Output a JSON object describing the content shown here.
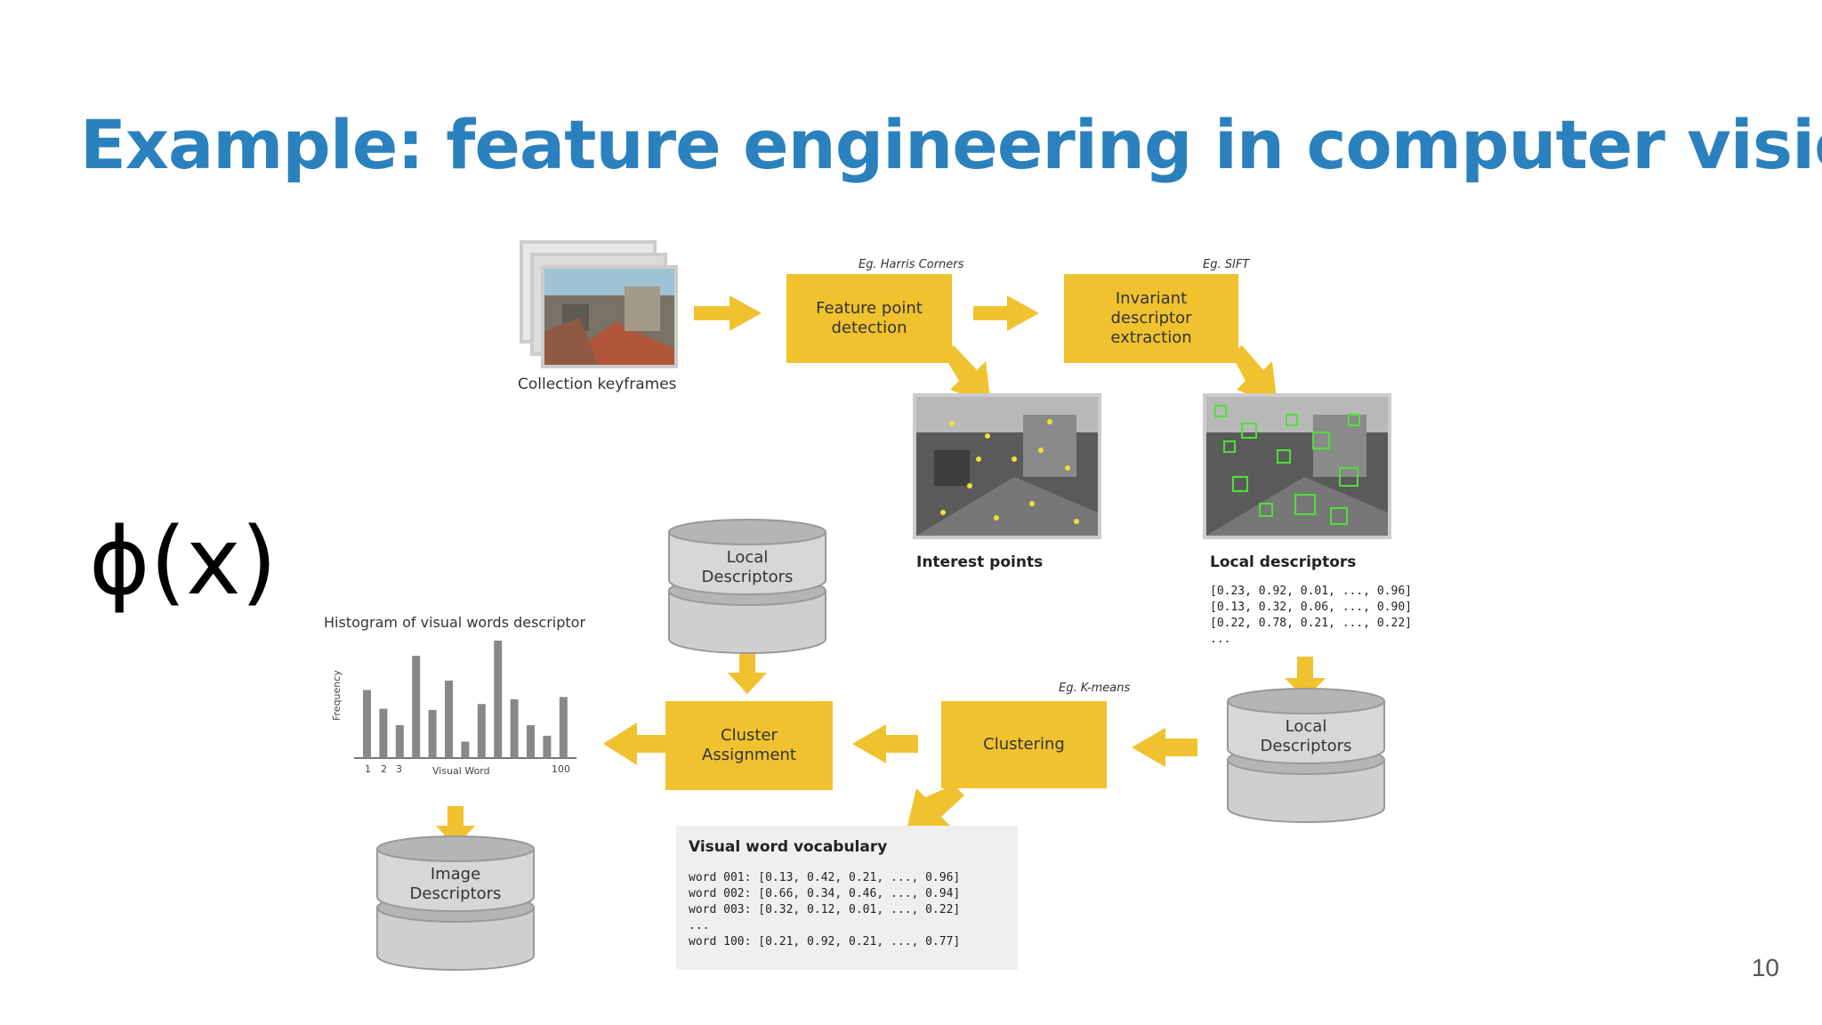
{
  "slide": {
    "title": "Example: feature engineering in computer vision",
    "phi": "ϕ(x)",
    "page_number": "10"
  },
  "diagram": {
    "keyframes_caption": "Collection keyframes",
    "feature_detection": {
      "note": "Eg. Harris Corners",
      "label": "Feature point detection"
    },
    "descriptor_extraction": {
      "note": "Eg. SIFT",
      "label": "Invariant descriptor extraction"
    },
    "interest_points_caption": "Interest points",
    "local_descriptors_caption": "Local descriptors",
    "local_descriptor_values": "[0.23, 0.92, 0.01, ..., 0.96]\n[0.13, 0.32, 0.06, ..., 0.90]\n[0.22, 0.78, 0.21, ..., 0.22]\n...",
    "db_local_top": "Local Descriptors",
    "db_local_right": "Local Descriptors",
    "db_image": "Image Descriptors",
    "clustering": {
      "note": "Eg. K-means",
      "label": "Clustering"
    },
    "cluster_assignment": "Cluster Assignment",
    "vocab": {
      "title": "Visual word vocabulary",
      "lines": "word 001: [0.13, 0.42, 0.21, ..., 0.96]\nword 002: [0.66, 0.34, 0.46, ..., 0.94]\nword 003: [0.32, 0.12, 0.01, ..., 0.22]\n...\nword 100: [0.21, 0.92, 0.21, ..., 0.77]"
    },
    "histogram": {
      "title": "Histogram of visual words descriptor",
      "ylabel": "Frequency",
      "xlabel": "Visual Word",
      "tick_1": "1",
      "tick_2": "2",
      "tick_3": "3",
      "tick_100": "100"
    },
    "colors": {
      "accent": "#f0c22f",
      "title": "#2b81be",
      "bars": "#888888"
    }
  }
}
